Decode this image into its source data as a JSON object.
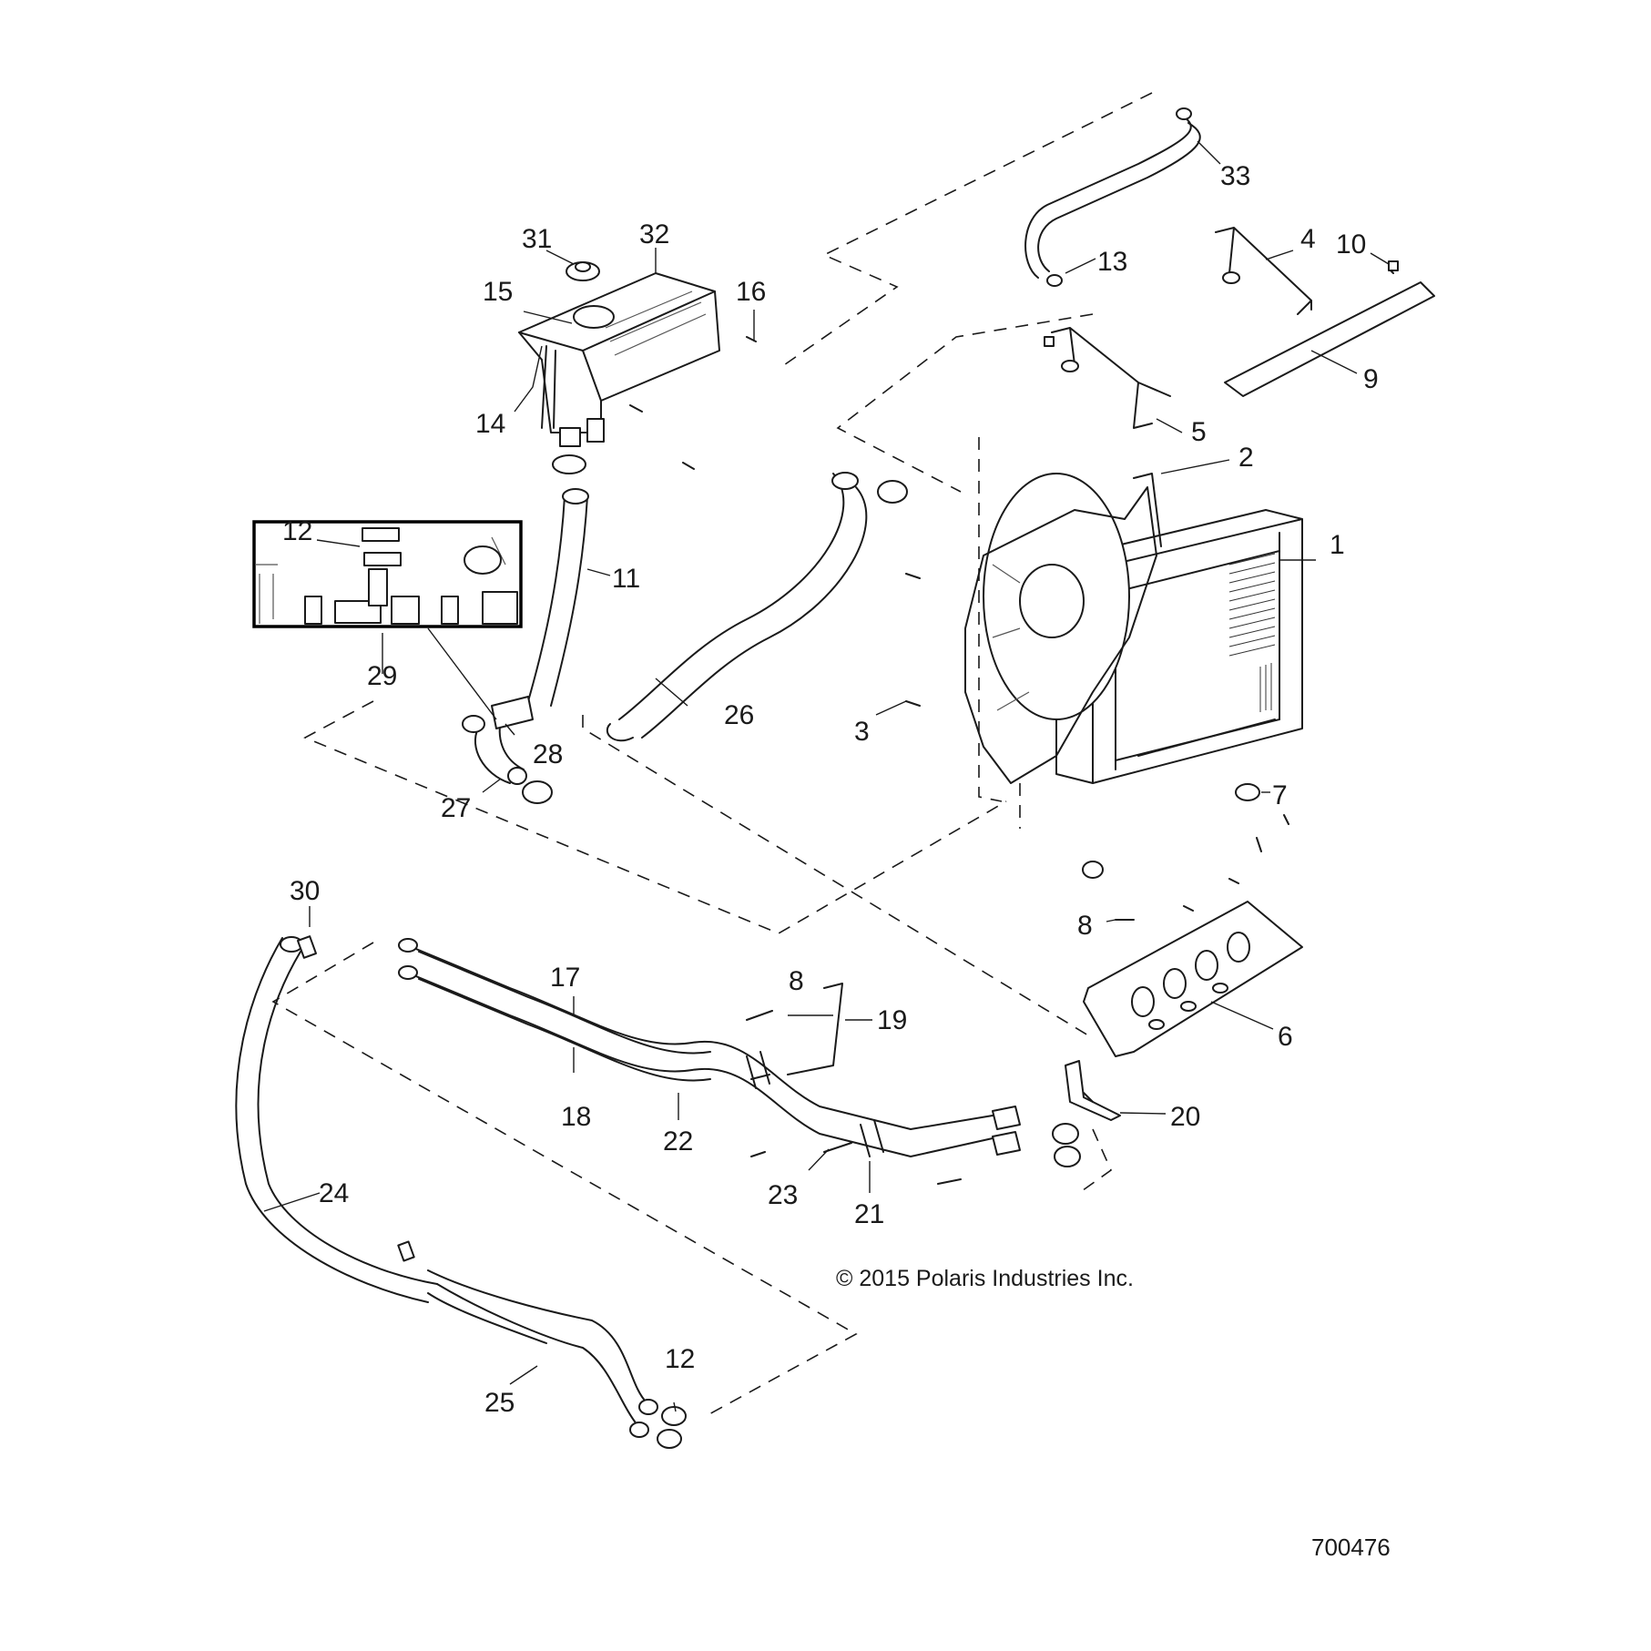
{
  "diagram": {
    "copyright": "© 2015 Polaris Industries Inc.",
    "document_number": "700476",
    "callouts": {
      "c1": "1",
      "c2": "2",
      "c3": "3",
      "c4": "4",
      "c5": "5",
      "c6": "6",
      "c7": "7",
      "c8a": "8",
      "c8b": "8",
      "c9": "9",
      "c10": "10",
      "c11": "11",
      "c12a": "12",
      "c12b": "12",
      "c13": "13",
      "c14": "14",
      "c15": "15",
      "c16": "16",
      "c17": "17",
      "c18": "18",
      "c19": "19",
      "c20": "20",
      "c21": "21",
      "c22": "22",
      "c23": "23",
      "c24": "24",
      "c25": "25",
      "c26": "26",
      "c27": "27",
      "c28": "28",
      "c29": "29",
      "c30": "30",
      "c31": "31",
      "c32": "32",
      "c33": "33"
    }
  }
}
